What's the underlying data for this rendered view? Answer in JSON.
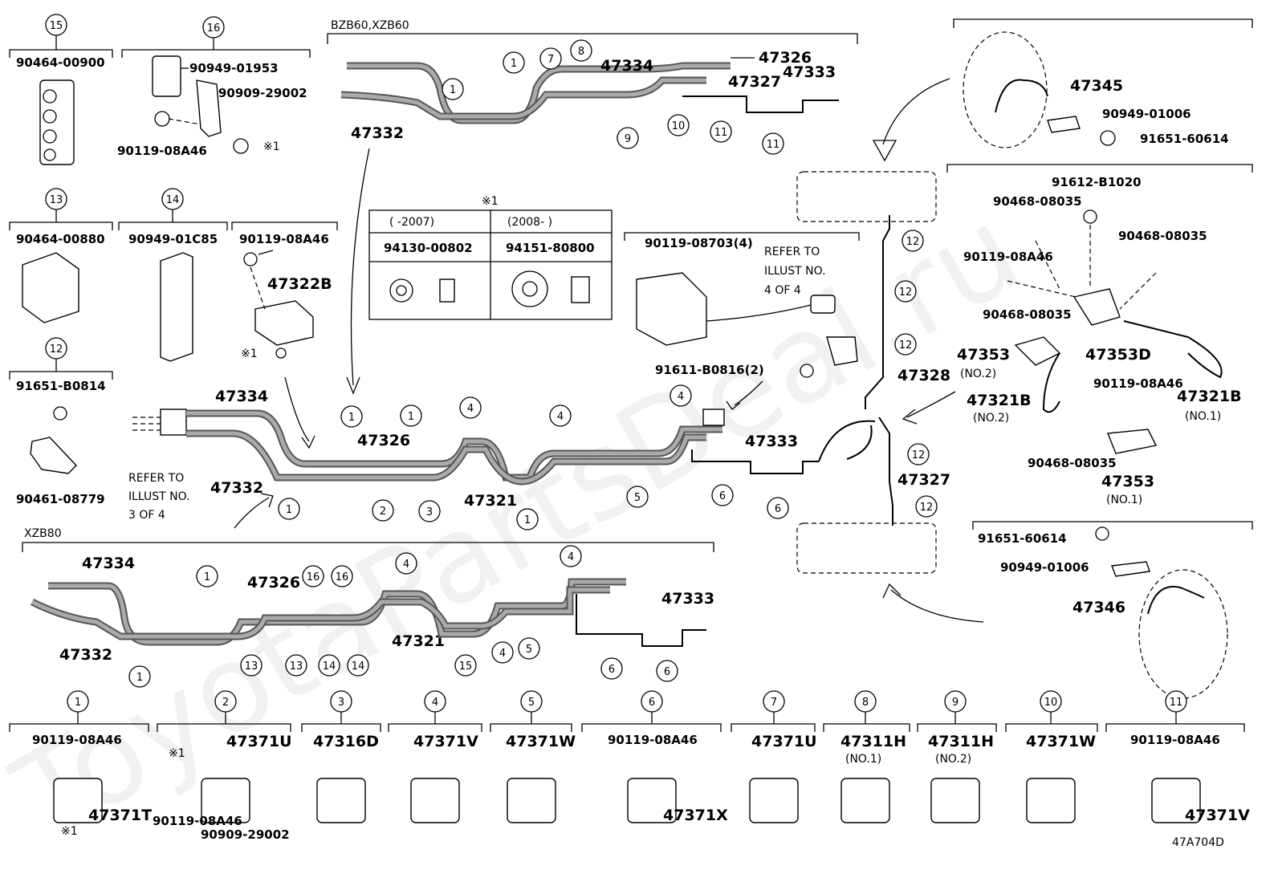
{
  "model_labels": {
    "top": "BZB60,XZB60",
    "bottom": "XZB80"
  },
  "diagram_code": "47A704D",
  "note_symbol": "※1",
  "refer_34": "REFER TO\nILLUST NO.\n3 OF 4",
  "refer_44": "REFER TO\nILLUST NO.\n4 OF 4",
  "table": {
    "mark": "※1",
    "head": [
      "(      -2007)",
      "(2008-      )"
    ],
    "row": [
      "94130-00802",
      "94151-80800"
    ]
  },
  "headers": [
    {
      "num": "15",
      "part": "90464-00900"
    },
    {
      "num": "16",
      "part": ""
    },
    {
      "num": "13",
      "part": "90464-00880"
    },
    {
      "num": "14",
      "part": "90949-01C85"
    },
    {
      "num": "",
      "part": "90119-08A46"
    },
    {
      "num": "12",
      "part": "91651-B0814"
    },
    {
      "num": "1",
      "part": "90119-08A46"
    },
    {
      "num": "2",
      "part": "47371U"
    },
    {
      "num": "3",
      "part": "47316D"
    },
    {
      "num": "4",
      "part": "47371V"
    },
    {
      "num": "5",
      "part": "47371W"
    },
    {
      "num": "6",
      "part": "90119-08A46"
    },
    {
      "num": "7",
      "part": "47371U"
    },
    {
      "num": "8",
      "part": "47311H"
    },
    {
      "num": "9",
      "part": "47311H"
    },
    {
      "num": "10",
      "part": "47371W"
    },
    {
      "num": "11",
      "part": "90119-08A46"
    }
  ],
  "sub_notes": {
    "h8": "(NO.1)",
    "h9": "(NO.2)"
  },
  "labels": [
    {
      "t": "90949-01953"
    },
    {
      "t": "90909-29002"
    },
    {
      "t": "90119-08A46"
    },
    {
      "t": "※1"
    },
    {
      "t": "47322B"
    },
    {
      "t": "※1"
    },
    {
      "t": "90461-08779"
    },
    {
      "t": "47334"
    },
    {
      "t": "47326"
    },
    {
      "t": "47327"
    },
    {
      "t": "47333"
    },
    {
      "t": "47332"
    },
    {
      "t": "47334"
    },
    {
      "t": "47326"
    },
    {
      "t": "47332"
    },
    {
      "t": "47321"
    },
    {
      "t": "47333"
    },
    {
      "t": "90119-08703(4)"
    },
    {
      "t": "91611-B0816(2)"
    },
    {
      "t": "47328"
    },
    {
      "t": "47327"
    },
    {
      "t": "47345"
    },
    {
      "t": "90949-01006"
    },
    {
      "t": "91651-60614"
    },
    {
      "t": "91612-B1020"
    },
    {
      "t": "90468-08035"
    },
    {
      "t": "90468-08035"
    },
    {
      "t": "90119-08A46"
    },
    {
      "t": "90468-08035"
    },
    {
      "t": "47353"
    },
    {
      "t": "(NO.2)"
    },
    {
      "t": "47353D"
    },
    {
      "t": "47321B"
    },
    {
      "t": "(NO.2)"
    },
    {
      "t": "90119-08A46"
    },
    {
      "t": "47321B"
    },
    {
      "t": "(NO.1)"
    },
    {
      "t": "90468-08035"
    },
    {
      "t": "47353"
    },
    {
      "t": "(NO.1)"
    },
    {
      "t": "91651-60614"
    },
    {
      "t": "90949-01006"
    },
    {
      "t": "47346"
    },
    {
      "t": "47334"
    },
    {
      "t": "47326"
    },
    {
      "t": "47332"
    },
    {
      "t": "47321"
    },
    {
      "t": "47333"
    },
    {
      "t": "47371T"
    },
    {
      "t": "※1"
    },
    {
      "t": "※1"
    },
    {
      "t": "90119-08A46"
    },
    {
      "t": "90909-29002"
    },
    {
      "t": "47371X"
    },
    {
      "t": "47371V"
    }
  ],
  "callouts": [
    "1",
    "7",
    "8",
    "1",
    "9",
    "10",
    "11",
    "11",
    "1",
    "1",
    "4",
    "4",
    "4",
    "1",
    "2",
    "3",
    "1",
    "5",
    "6",
    "6",
    "12",
    "12",
    "12",
    "12",
    "12",
    "1",
    "16",
    "16",
    "4",
    "4",
    "1",
    "13",
    "13",
    "14",
    "14",
    "15",
    "4",
    "5",
    "6",
    "6"
  ],
  "watermark": "ToyotaPartsDeal.ru"
}
